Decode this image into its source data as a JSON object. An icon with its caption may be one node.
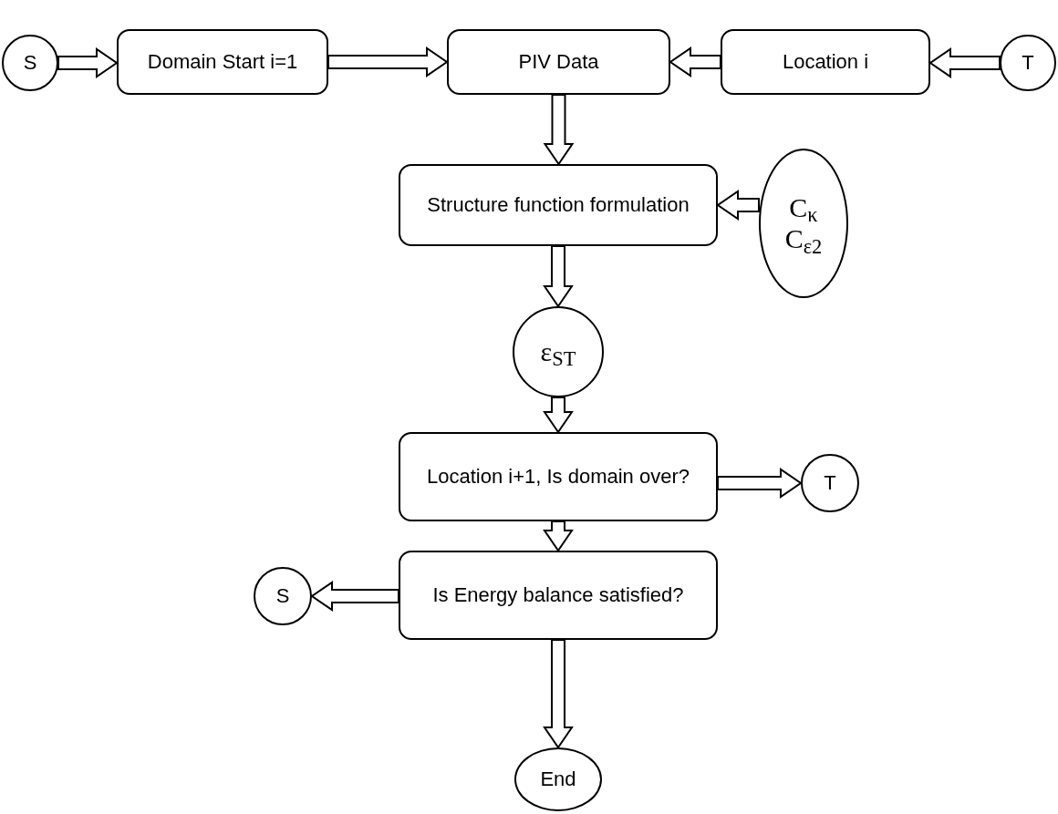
{
  "diagram": {
    "nodes": [
      {
        "text": [
          "S"
        ]
      },
      {
        "text": [
          "Domain Start i=1"
        ]
      },
      {
        "text": [
          "PIV Data"
        ]
      },
      {
        "text": [
          "Location i"
        ]
      },
      {
        "text": [
          "T"
        ]
      },
      {
        "text": [
          "Structure function formulation"
        ]
      },
      {
        "text": [
          "C$_{κ}$",
          "C$_{ε2}$"
        ]
      },
      {
        "text": [
          "ε$_{ST}$"
        ]
      },
      {
        "text": [
          "Location i+1, Is domain over?"
        ]
      },
      {
        "text": [
          "T"
        ]
      },
      {
        "text": [
          "S"
        ]
      },
      {
        "text": [
          "Is Energy balance satisfied?"
        ]
      },
      {
        "text": [
          "End"
        ]
      }
    ],
    "edges": [
      {
        "from": 0,
        "to": 1,
        "arrow": "to"
      },
      {
        "from": 1,
        "to": 2,
        "arrow": "to"
      },
      {
        "from": 4,
        "to": 3,
        "arrow": "to"
      },
      {
        "from": 3,
        "to": 2,
        "arrow": "to"
      },
      {
        "from": 2,
        "to": 5,
        "arrow": "to"
      },
      {
        "from": 6,
        "to": 5,
        "arrow": "to"
      },
      {
        "from": 5,
        "to": 7,
        "arrow": "to"
      },
      {
        "from": 7,
        "to": 8,
        "arrow": "to"
      },
      {
        "from": 8,
        "to": 9,
        "arrow": "to"
      },
      {
        "from": 8,
        "to": 11,
        "arrow": "to"
      },
      {
        "from": 11,
        "to": 10,
        "arrow": "to"
      },
      {
        "from": 11,
        "to": 12,
        "arrow": "to"
      }
    ]
  }
}
